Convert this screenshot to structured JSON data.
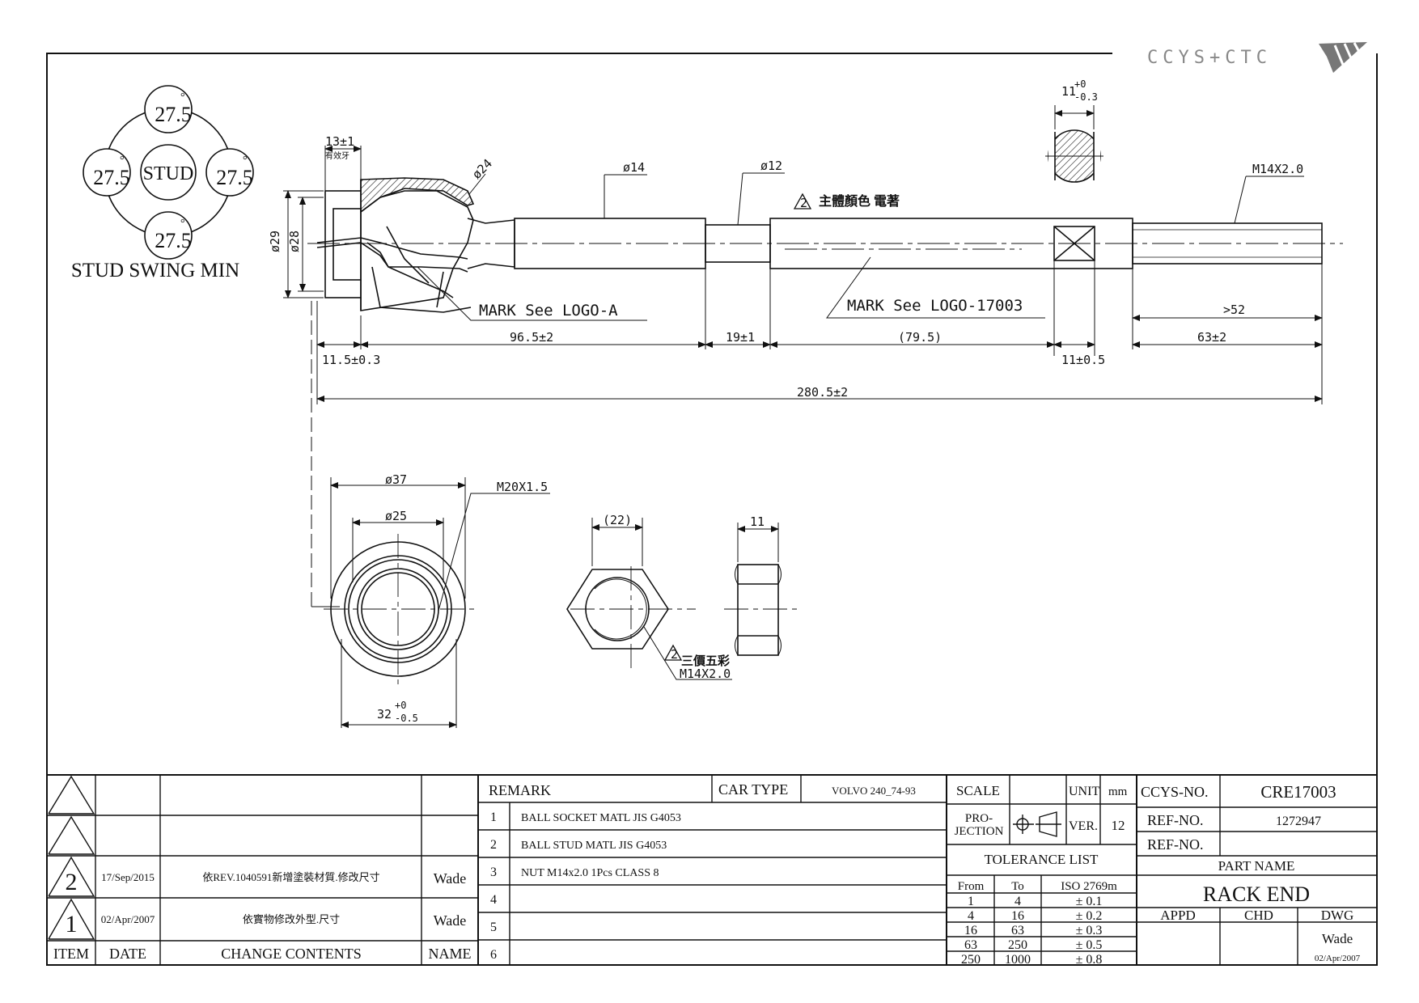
{
  "logo": {
    "text": "CCYS+CTC"
  },
  "stud_swing": {
    "top": "27.5",
    "left": "27.5",
    "right": "27.5",
    "bottom": "27.5",
    "center": "STUD",
    "degree": "°",
    "caption": "STUD SWING MIN"
  },
  "dims": {
    "d13": "13±1",
    "d13_note": "有效牙",
    "d24": "ø24",
    "d14": "ø14",
    "d12": "ø12",
    "d29": "ø29",
    "d28": "ø28",
    "note_color": "主體顏色 電著",
    "warn_mark": "2",
    "mark_a": "MARK See LOGO-A",
    "mark_b": "MARK See LOGO-17003",
    "l965": "96.5±2",
    "l19": "19±1",
    "l795": "(79.5)",
    "l63": "63±2",
    "l52": ">52",
    "l115": "11.5±0.3",
    "l11": "11±0.5",
    "l2805": "280.5±2",
    "thread": "M14X2.0",
    "flat": "11",
    "flat_sup": "+0",
    "flat_sub": "-0.3",
    "d37": "ø37",
    "d25": "ø25",
    "m20": "M20X1.5",
    "d32": "32",
    "d32_sup": "+0",
    "d32_sub": "-0.5",
    "nut_w": "(22)",
    "nut_t": "11",
    "nut_note": "三價五彩",
    "nut_thread": "M14X2.0"
  },
  "revisions": {
    "rows": [
      {
        "item": "",
        "date": "",
        "content": "",
        "name": ""
      },
      {
        "item": "",
        "date": "",
        "content": "",
        "name": ""
      },
      {
        "item": "2",
        "date": "17/Sep/2015",
        "content": "依REV.1040591新增塗裝材質.修改尺寸",
        "name": "Wade"
      },
      {
        "item": "1",
        "date": "02/Apr/2007",
        "content": "依實物修改外型.尺寸",
        "name": "Wade"
      }
    ],
    "headers": {
      "item": "ITEM",
      "date": "DATE",
      "content": "CHANGE CONTENTS",
      "name": "NAME"
    }
  },
  "remarks": {
    "label": "REMARK",
    "car_type_label": "CAR TYPE",
    "car_type": "VOLVO 240_74-93",
    "items": [
      {
        "n": "1",
        "text": "BALL SOCKET MATL JIS G4053"
      },
      {
        "n": "2",
        "text": "BALL STUD MATL JIS G4053"
      },
      {
        "n": "3",
        "text": "NUT M14x2.0 1Pcs CLASS 8"
      },
      {
        "n": "4",
        "text": ""
      },
      {
        "n": "5",
        "text": ""
      },
      {
        "n": "6",
        "text": ""
      }
    ]
  },
  "spec": {
    "scale_label": "SCALE",
    "unit_label": "UNIT",
    "unit": "mm",
    "projection_l1": "PRO-",
    "projection_l2": "JECTION",
    "ver_label": "VER.",
    "ver": "12",
    "tol_title": "TOLERANCE LIST",
    "tol_headers": [
      "From",
      "To",
      "ISO 2769m"
    ],
    "tol_rows": [
      [
        "1",
        "4",
        "± 0.1"
      ],
      [
        "4",
        "16",
        "± 0.2"
      ],
      [
        "16",
        "63",
        "± 0.3"
      ],
      [
        "63",
        "250",
        "± 0.5"
      ],
      [
        "250",
        "1000",
        "± 0.8"
      ]
    ]
  },
  "title_block": {
    "ccys_label": "CCYS-NO.",
    "ccys_no": "CRE17003",
    "ref_label": "REF-NO.",
    "ref_no": "1272947",
    "ref2_label": "REF-NO.",
    "ref2_no": "",
    "part_name_label": "PART NAME",
    "part_name": "RACK END",
    "appd": "APPD",
    "chd": "CHD",
    "dwg": "DWG",
    "dwg_name": "Wade",
    "dwg_date": "02/Apr/2007"
  }
}
